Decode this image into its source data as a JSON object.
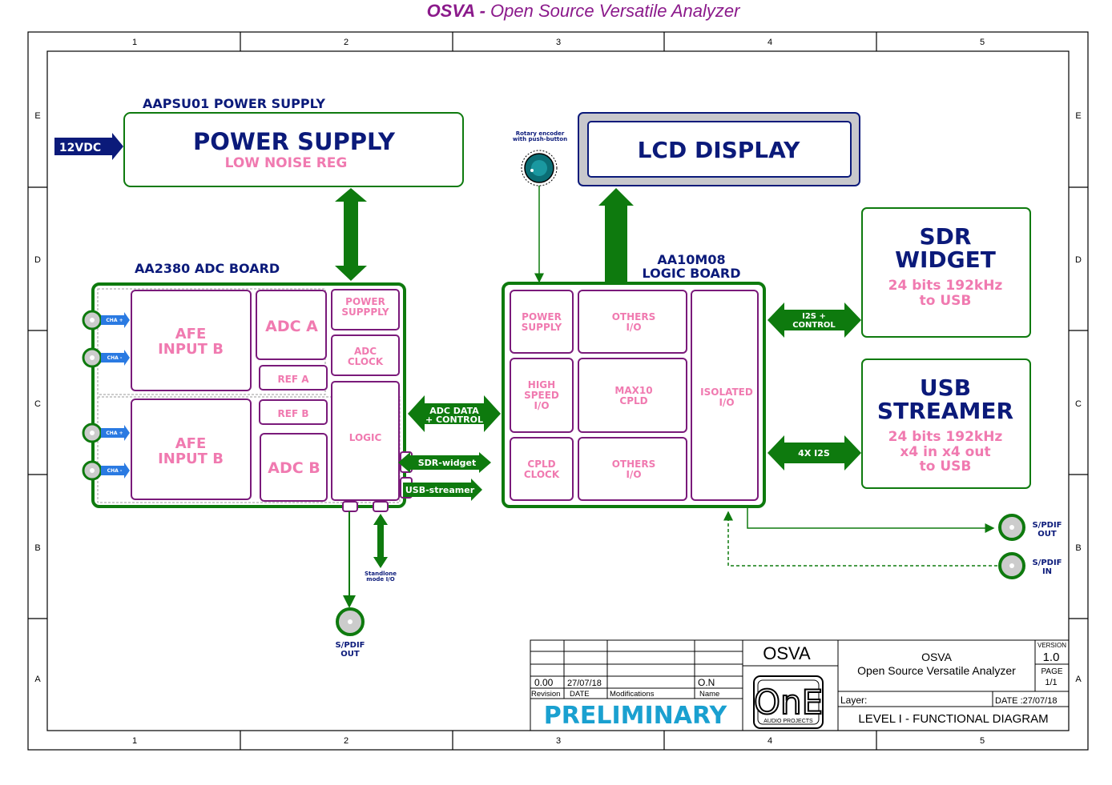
{
  "title": {
    "bold": "OSVA -",
    "rest": " Open Source Versatile Analyzer"
  },
  "frame": {
    "cols": [
      "1",
      "2",
      "3",
      "4",
      "5"
    ],
    "rows": [
      "E",
      "D",
      "C",
      "B",
      "A"
    ]
  },
  "power_supply": {
    "board_label": "AAPSU01  POWER SUPPLY",
    "title": "POWER SUPPLY",
    "subtitle": "LOW NOISE REG",
    "input": "12VDC"
  },
  "adc_board": {
    "label": "AA2380  ADC BOARD",
    "afe_a": [
      "AFE",
      "INPUT B"
    ],
    "afe_b": [
      "AFE",
      "INPUT B"
    ],
    "adc_a": "ADC A",
    "adc_b": "ADC B",
    "ref_a": "REF A",
    "ref_b": "REF B",
    "power": [
      "POWER",
      "SUPPPLY"
    ],
    "clock": [
      "ADC",
      "CLOCK"
    ],
    "logic": "LOGIC",
    "channels": [
      "CHA +",
      "CHA -",
      "CHA +",
      "CHA -"
    ]
  },
  "links": {
    "adc_data": [
      "ADC DATA",
      "+ CONTROL"
    ],
    "sdr_widget": "SDR-widget",
    "usb_streamer": "USB-streamer",
    "i2s_control": [
      "I2S +",
      "CONTROL"
    ],
    "i2s_4x": "4X I2S",
    "standalone": [
      "Standlone",
      "mode I/O"
    ]
  },
  "encoder": [
    "Rotary encoder",
    "with push-button"
  ],
  "lcd": {
    "title": "LCD DISPLAY"
  },
  "logic_board": {
    "label": [
      "AA10M08",
      "LOGIC BOARD"
    ],
    "power": [
      "POWER",
      "SUPPLY"
    ],
    "others_top": [
      "OTHERS",
      "I/O"
    ],
    "isolated": [
      "ISOLATED",
      "I/O"
    ],
    "high_speed": [
      "HIGH",
      "SPEED",
      "I/O"
    ],
    "max10": [
      "MAX10",
      "CPLD"
    ],
    "cpld_clock": [
      "CPLD",
      "CLOCK"
    ],
    "others_bottom": [
      "OTHERS",
      "I/O"
    ]
  },
  "sdr": {
    "title": [
      "SDR",
      "WIDGET"
    ],
    "sub": [
      "24 bits 192kHz",
      "to USB"
    ]
  },
  "usb": {
    "title": [
      "USB",
      "STREAMER"
    ],
    "sub": [
      "24 bits 192kHz",
      "x4 in x4 out",
      "to USB"
    ]
  },
  "spdif": {
    "out_right": [
      "S/PDIF",
      "OUT"
    ],
    "in_right": [
      "S/PDIF",
      "IN"
    ],
    "out_bottom": [
      "S/PDIF",
      "OUT"
    ]
  },
  "title_block": {
    "revision": "0.00",
    "date": "27/07/18",
    "name": "O.N",
    "col_revision": "Revision",
    "col_date": "DATE",
    "col_mods": "Modifications",
    "col_name": "Name",
    "preliminary": "PRELIMINARY",
    "short_name": "OSVA",
    "project": "OSVA",
    "project_desc": "Open Source Versatile Analyzer",
    "version_label": "VERSION",
    "version": "1.0",
    "page_label": "PAGE",
    "page": "1/1",
    "layer_label": "Layer:",
    "date_label": "DATE :27/07/18",
    "sheet_title": "LEVEL I - FUNCTIONAL DIAGRAM",
    "logo": {
      "text": "OnE",
      "sub": "AUDIO PROJECTS"
    }
  },
  "colors": {
    "green": "#0e7a0e",
    "navy": "#0b1a7a",
    "pink": "#f07ab0",
    "purple": "#7a1a7a",
    "cyan": "#1aa0d0"
  }
}
